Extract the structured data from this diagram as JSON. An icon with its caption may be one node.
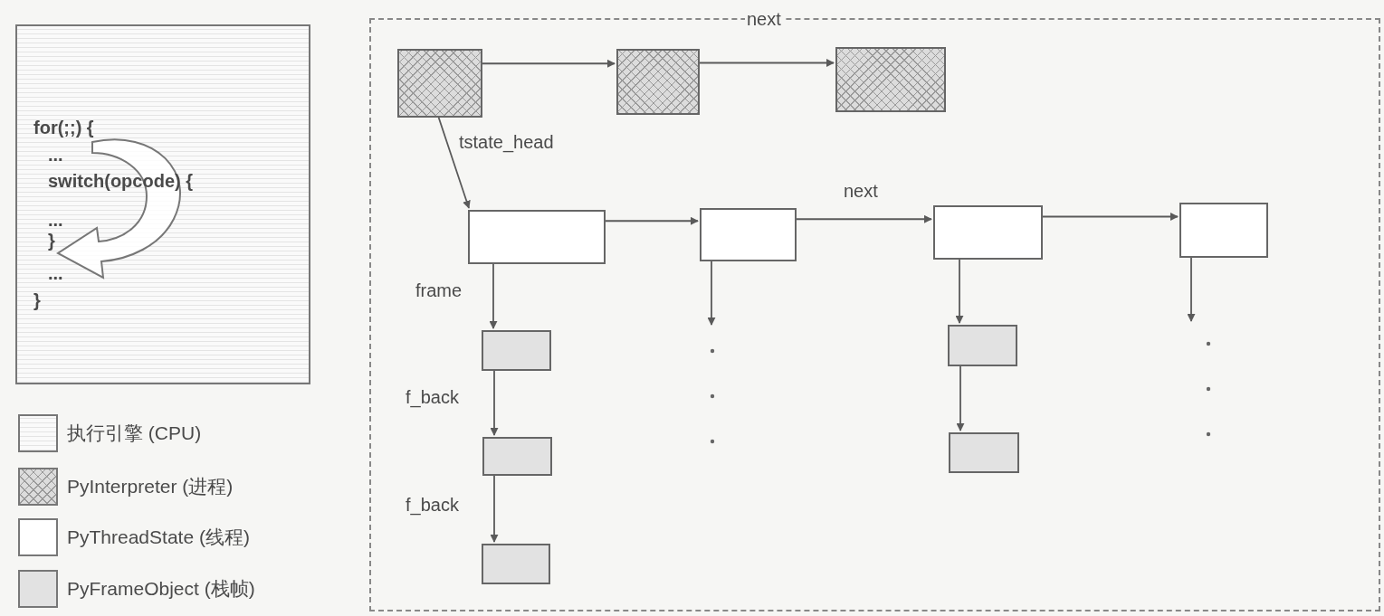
{
  "diagram": {
    "nodes": [
      {
        "text": [
          "for(;;) {",
          "...",
          "switch(opcode) {",
          "...",
          "}",
          "...",
          "}"
        ]
      },
      {
        "text": [],
        "shape": "box"
      },
      {
        "text": [],
        "shape": "box",
        "in": 1
      },
      {
        "text": [],
        "shape": "box",
        "in": 1
      },
      {
        "text": [],
        "shape": "box",
        "in": 1
      },
      {
        "text": [],
        "shape": "box",
        "in": 1
      },
      {
        "text": [],
        "shape": "box",
        "in": 1
      },
      {
        "text": [],
        "shape": "box",
        "in": 1
      },
      {
        "text": [],
        "shape": "box",
        "in": 1
      },
      {
        "text": [],
        "shape": "box",
        "in": 1
      },
      {
        "text": [],
        "shape": "box",
        "in": 1
      },
      {
        "text": [],
        "shape": "box",
        "in": 1
      },
      {
        "text": [],
        "shape": "box",
        "in": 1
      },
      {
        "text": [],
        "shape": "box",
        "in": 1
      }
    ],
    "edges": [
      {
        "from": 2,
        "to": 3,
        "arrow": "to"
      },
      {
        "from": 3,
        "to": 4,
        "arrow": "to",
        "label": "next"
      },
      {
        "from": 2,
        "to": 5,
        "arrow": "to",
        "label": "tstate_head"
      },
      {
        "from": 5,
        "to": 6,
        "arrow": "to"
      },
      {
        "from": 6,
        "to": 7,
        "arrow": "to",
        "label": "next"
      },
      {
        "from": 7,
        "to": 8,
        "arrow": "to"
      },
      {
        "from": 5,
        "to": 9,
        "arrow": "to",
        "label": "frame"
      },
      {
        "from": 9,
        "to": 10,
        "arrow": "to",
        "label": "f_back"
      },
      {
        "from": 10,
        "to": 11,
        "arrow": "to",
        "label": "f_back"
      },
      {
        "from": 6,
        "to": null,
        "arrow": "to"
      },
      {
        "from": 7,
        "to": 12,
        "arrow": "to"
      },
      {
        "from": 12,
        "to": 13,
        "arrow": "to"
      },
      {
        "from": 8,
        "to": null,
        "arrow": "to"
      }
    ],
    "legend": [
      {
        "text": "执行引擎 (CPU)"
      },
      {
        "text": "PyInterpreter (进程)"
      },
      {
        "text": "PyThreadState (线程)",
        "color": "#ffffff"
      },
      {
        "text": "PyFrameObject (栈帧)",
        "color": "#e2e2e2"
      }
    ]
  }
}
